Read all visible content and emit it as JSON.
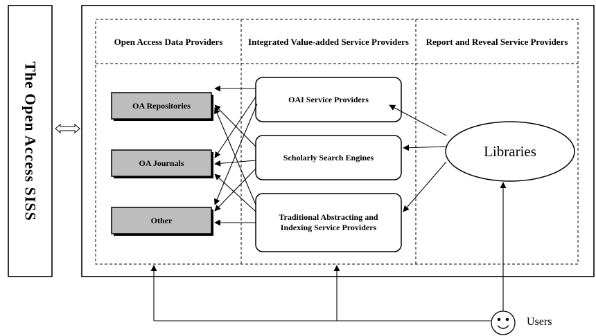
{
  "left_panel": {
    "title": "The Open Access SISS"
  },
  "columns": {
    "col1": "Open Access Data Providers",
    "col2": "Integrated Value-added Service Providers",
    "col3": "Report and Reveal Service Providers"
  },
  "data_providers": {
    "repositories": "OA Repositories",
    "journals": "OA Journals",
    "other": "Other"
  },
  "service_providers": {
    "oai": "OAI Service Providers",
    "search": "Scholarly Search Engines",
    "traditional": "Traditional Abstracting and Indexing Service Providers"
  },
  "libraries": "Libraries",
  "users": "Users"
}
